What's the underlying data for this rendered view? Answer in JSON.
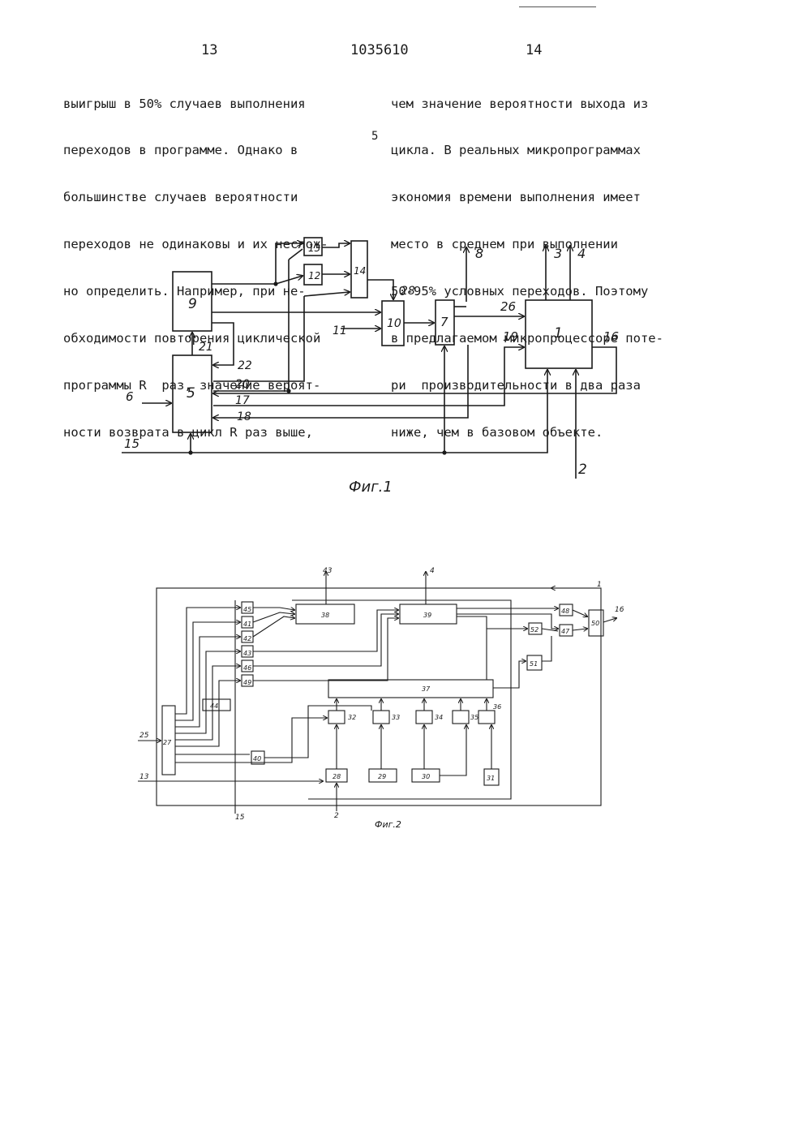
{
  "header": {
    "page_left": "13",
    "patent_number": "1035610",
    "page_right": "14"
  },
  "left_column": [
    "выигрыш в 50% случаев выполнения",
    "переходов в программе. Однако в",
    "большинстве случаев вероятности",
    "переходов не одинаковы и их неслож-",
    "но определить. Например, при не-",
    "обходимости повторения циклической",
    "программы R  раз, значение вероят-",
    "ности возврата в цикл R раз выше,"
  ],
  "right_column": [
    "чем значение вероятности выхода из",
    "цикла. В реальных микропрограммах",
    "экономия времени выполнения имеет",
    "место в среднем при выполнении",
    "50-95% условных переходов. Поэтому",
    "в предлагаемом микропроцессоре поте-",
    "ри  производительности в два раза",
    "ниже, чем в базовом объекте."
  ],
  "line_number": "5",
  "figure1": {
    "caption": "Фиг.1",
    "blocks": [
      "9",
      "5",
      "13",
      "12",
      "14",
      "10",
      "7",
      "1"
    ],
    "labels": [
      "8",
      "3",
      "4",
      "28",
      "26",
      "19",
      "16",
      "11",
      "21",
      "22",
      "20",
      "17",
      "18",
      "6",
      "15",
      "2"
    ]
  },
  "figure2": {
    "caption": "Фиг.2",
    "blocks": [
      "38",
      "39",
      "48",
      "52",
      "47",
      "50",
      "51",
      "37",
      "32",
      "33",
      "34",
      "35",
      "36",
      "44",
      "27",
      "40",
      "28",
      "29",
      "30",
      "31",
      "41",
      "42",
      "43",
      "45",
      "46",
      "49"
    ],
    "labels": [
      "43",
      "4",
      "1",
      "16",
      "25",
      "13",
      "15",
      "2"
    ]
  }
}
